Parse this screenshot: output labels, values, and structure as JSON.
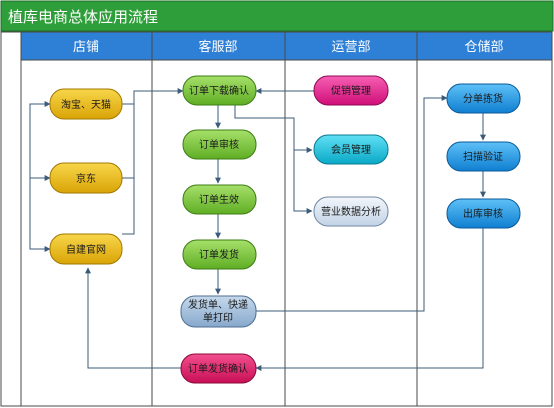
{
  "title": "植库电商总体应用流程",
  "lanes": [
    {
      "id": "store",
      "label": "店铺"
    },
    {
      "id": "cs",
      "label": "客服部"
    },
    {
      "id": "ops",
      "label": "运营部"
    },
    {
      "id": "wh",
      "label": "仓储部"
    }
  ],
  "nodes": {
    "taobao": {
      "label": "淘宝、天猫",
      "fill": "#ecbc14"
    },
    "jd": {
      "label": "京东",
      "fill": "#ecbc14"
    },
    "own_site": {
      "label": "自建官网",
      "fill": "#ecbc14"
    },
    "order_download": {
      "label": "订单下载确认",
      "fill": "#7ecb3e"
    },
    "order_review": {
      "label": "订单审核",
      "fill": "#7ecb3e"
    },
    "order_effect": {
      "label": "订单生效",
      "fill": "#7ecb3e"
    },
    "order_ship": {
      "label": "订单发货",
      "fill": "#7ecb3e"
    },
    "print_line1": {
      "label": "发货单、快递",
      "fill": "#a0bcd9"
    },
    "print_line2": {
      "label": "单打印"
    },
    "order_ship_confirm": {
      "label": "订单发货确认",
      "fill": "#e0186a"
    },
    "promo_mgmt": {
      "label": "促销管理",
      "fill": "#e6178e"
    },
    "member_mgmt": {
      "label": "会员管理",
      "fill": "#1ac4e0"
    },
    "biz_analysis": {
      "label": "营业数据分析",
      "fill": "#d8e2ee"
    },
    "split_pick": {
      "label": "分单拣货",
      "fill": "#1c9be8"
    },
    "scan_verify": {
      "label": "扫描验证",
      "fill": "#1c9be8"
    },
    "out_review": {
      "label": "出库审核",
      "fill": "#1c9be8"
    }
  },
  "colors": {
    "title_bar": "#2e9e3a",
    "header_bg": "#2e7fd6",
    "connector": "#3b5b7a",
    "border": "#4a4a4a"
  }
}
